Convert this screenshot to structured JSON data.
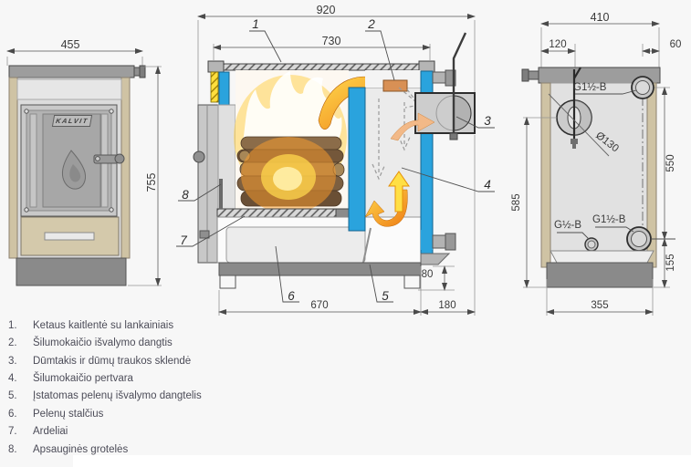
{
  "front_view": {
    "dim_width": "455",
    "dim_height": "755",
    "brand": "KALVIT"
  },
  "section_view": {
    "dim_overall_width": "920",
    "dim_hotplate_width": "730",
    "dim_firebox_width": "670",
    "dim_flue_extension": "180",
    "dim_return_height": "80",
    "callout_1": "1",
    "callout_2": "2",
    "callout_3": "3",
    "callout_4": "4",
    "callout_5": "5",
    "callout_6": "6",
    "callout_7": "7",
    "callout_8": "8"
  },
  "rear_view": {
    "dim_overall_width": "410",
    "dim_chimney_offset": "120",
    "dim_outlet_offset": "60",
    "dim_outlet_span": "550",
    "dim_chimney_center_height": "585",
    "dim_return_center_height": "155",
    "dim_base_width": "355",
    "chimney_diameter": "Ø130",
    "top_outlet_thread": "G1½-B",
    "bottom_small_thread": "G½-B",
    "bottom_large_thread": "G1½-B"
  },
  "legend": {
    "items": [
      {
        "num": "1.",
        "text": "Ketaus kaitlentė su lankainiais"
      },
      {
        "num": "2.",
        "text": "Šilumokaičio išvalymo dangtis"
      },
      {
        "num": "3.",
        "text": "Dūmtakis ir dūmų traukos sklendė"
      },
      {
        "num": "4.",
        "text": "Šilumokaičio pertvara"
      },
      {
        "num": "5.",
        "text": "Įstatomas pelenų išvalymo dangtelis"
      },
      {
        "num": "6.",
        "text": "Pelenų stalčius"
      },
      {
        "num": "7.",
        "text": "Ardeliai"
      },
      {
        "num": "8.",
        "text": "Apsauginės grotelės"
      }
    ]
  },
  "colors": {
    "background": "#f7f7f7",
    "water_jacket_blue": "#2aa3dd",
    "flame_orange": "#f28f1f",
    "flame_yellow": "#ffd44e",
    "casing_beige": "#cfc3a4",
    "metal_gray": "#9d9d9d",
    "base_gray": "#8a8a8a",
    "legend_text": "#4c4c58"
  }
}
